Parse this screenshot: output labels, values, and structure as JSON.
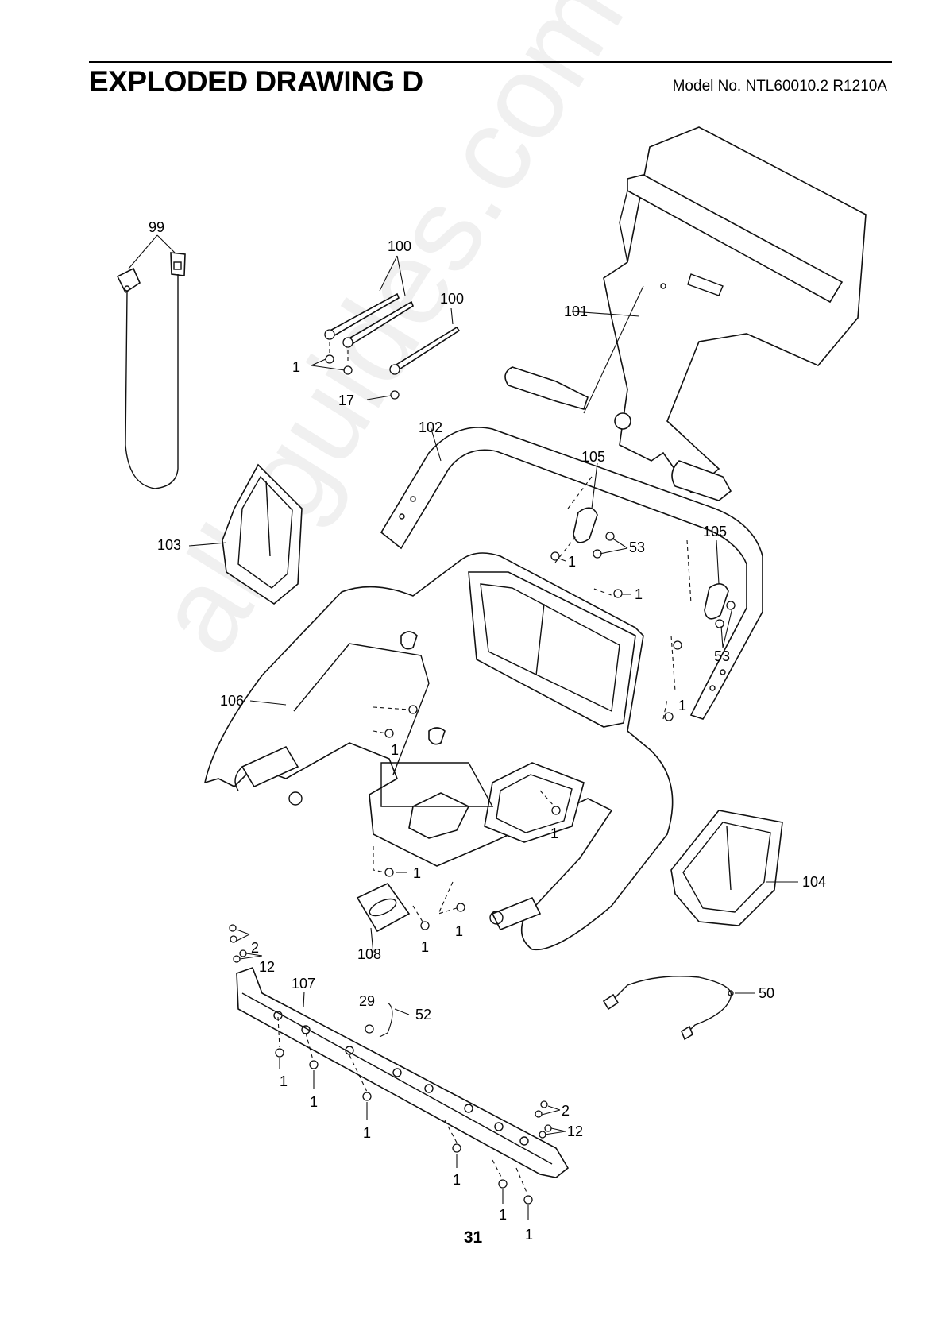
{
  "header": {
    "title": "EXPLODED DRAWING D",
    "model": "Model No. NTL60010.2 R1210A"
  },
  "page_number": "31",
  "watermark": "all-guides.com",
  "callouts": {
    "c99": "99",
    "c100a": "100",
    "c100b": "100",
    "c101": "101",
    "c1_top": "1",
    "c17": "17",
    "c102": "102",
    "c105a": "105",
    "c105b": "105",
    "c53a": "53",
    "c53b": "53",
    "c103": "103",
    "c1_a": "1",
    "c1_b": "1",
    "c1_c": "1",
    "c106": "106",
    "c1_d": "1",
    "c1_e": "1",
    "c1_f": "1",
    "c104": "104",
    "c108": "108",
    "c1_g": "1",
    "c1_h": "1",
    "c2a": "2",
    "c12a": "12",
    "c107": "107",
    "c29": "29",
    "c52": "52",
    "c50": "50",
    "c1_i": "1",
    "c1_j": "1",
    "c1_k": "1",
    "c2b": "2",
    "c12b": "12",
    "c1_l": "1",
    "c1_m": "1",
    "c1_n": "1"
  }
}
